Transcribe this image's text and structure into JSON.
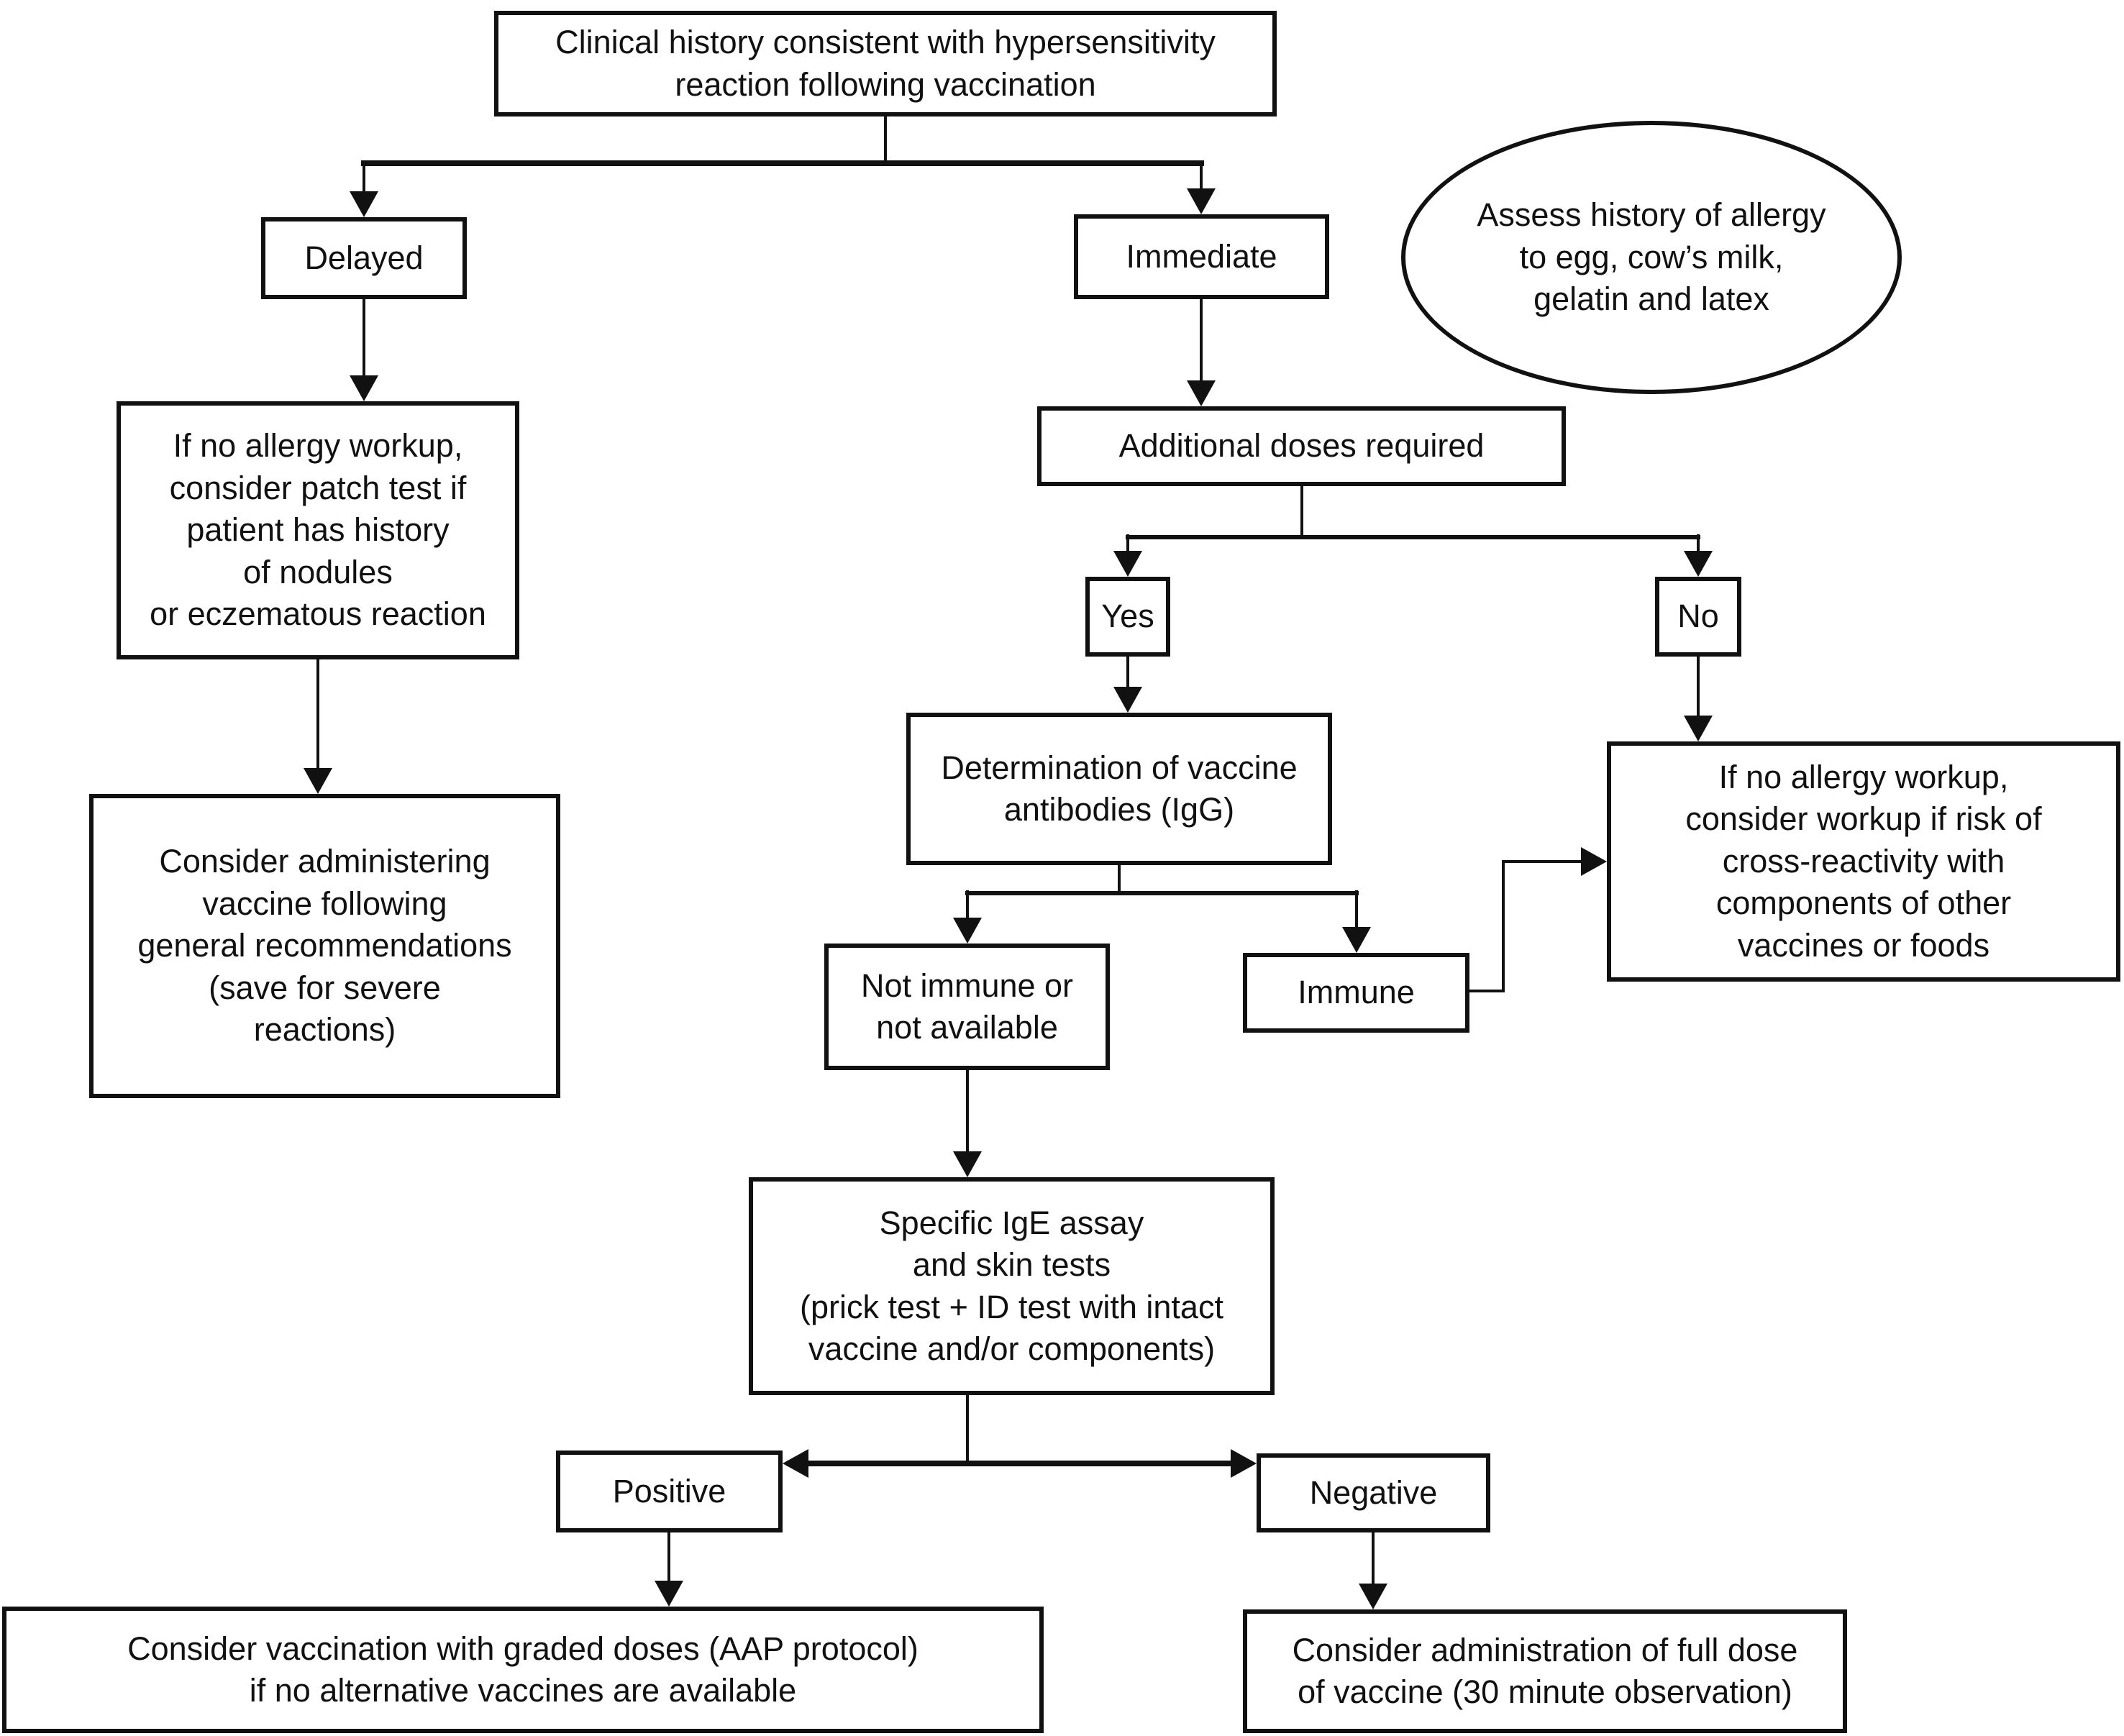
{
  "diagram": {
    "kind": "flowchart",
    "colors": {
      "line": "#111111",
      "box_background": "#ffffff",
      "text": "#111111",
      "page_background": "#ffffff"
    },
    "nodes": {
      "clinical_history": {
        "shape": "rect",
        "label": "Clinical history consistent with hypersensitivity\nreaction following vaccination"
      },
      "delayed": {
        "shape": "rect",
        "label": "Delayed"
      },
      "immediate": {
        "shape": "rect",
        "label": "Immediate"
      },
      "assess_allergy": {
        "shape": "ellipse",
        "label": "Assess history of allergy\nto egg, cow’s milk,\ngelatin and latex"
      },
      "patch_test": {
        "shape": "rect",
        "label": "If no allergy workup,\nconsider patch test if\npatient has history\nof nodules\nor eczematous reaction"
      },
      "administer_general": {
        "shape": "rect",
        "label": "Consider administering\nvaccine following\ngeneral recommendations\n(save for severe\nreactions)"
      },
      "additional_doses": {
        "shape": "rect",
        "label": "Additional doses required"
      },
      "yes": {
        "shape": "rect",
        "label": "Yes"
      },
      "no": {
        "shape": "rect",
        "label": "No"
      },
      "determination": {
        "shape": "rect",
        "label": "Determination of vaccine\nantibodies (IgG)"
      },
      "not_immune": {
        "shape": "rect",
        "label": "Not immune or\nnot available"
      },
      "immune": {
        "shape": "rect",
        "label": "Immune"
      },
      "cross_reactivity": {
        "shape": "rect",
        "label": "If no allergy workup,\nconsider workup if risk of\ncross-reactivity with\ncomponents of other\nvaccines or foods"
      },
      "specific_ige": {
        "shape": "rect",
        "label": "Specific IgE assay\nand skin tests\n(prick test + ID test with intact\nvaccine and/or components)"
      },
      "positive": {
        "shape": "rect",
        "label": "Positive"
      },
      "negative": {
        "shape": "rect",
        "label": "Negative"
      },
      "graded_doses": {
        "shape": "rect",
        "label": "Consider vaccination with graded doses (AAP protocol)\nif no alternative vaccines are available"
      },
      "full_dose": {
        "shape": "rect",
        "label": "Consider administration of full dose\nof vaccine (30 minute observation)"
      }
    },
    "edges": [
      {
        "from": "clinical_history",
        "to": "delayed"
      },
      {
        "from": "clinical_history",
        "to": "immediate"
      },
      {
        "from": "delayed",
        "to": "patch_test"
      },
      {
        "from": "patch_test",
        "to": "administer_general"
      },
      {
        "from": "immediate",
        "to": "additional_doses"
      },
      {
        "from": "additional_doses",
        "to": "yes"
      },
      {
        "from": "additional_doses",
        "to": "no"
      },
      {
        "from": "yes",
        "to": "determination"
      },
      {
        "from": "determination",
        "to": "not_immune"
      },
      {
        "from": "determination",
        "to": "immune"
      },
      {
        "from": "immune",
        "to": "cross_reactivity"
      },
      {
        "from": "no",
        "to": "cross_reactivity"
      },
      {
        "from": "not_immune",
        "to": "specific_ige"
      },
      {
        "from": "specific_ige",
        "to": "positive",
        "style": "double-headed"
      },
      {
        "from": "specific_ige",
        "to": "negative",
        "style": "double-headed"
      },
      {
        "from": "positive",
        "to": "graded_doses"
      },
      {
        "from": "negative",
        "to": "full_dose"
      }
    ]
  }
}
